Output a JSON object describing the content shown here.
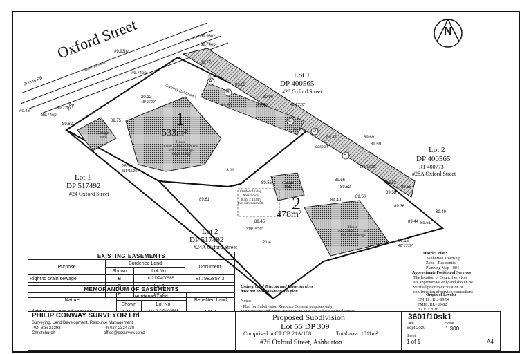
{
  "street": {
    "name": "Oxford Street"
  },
  "north_arrow": {
    "label": "N"
  },
  "road_labels": {
    "width": "20m to PB",
    "kerb": "#0.46",
    "water": "water subsoils",
    "telecom": "ext. telecom",
    "lvl_a": "#9.93hz",
    "lvl_b": "#9.74ep",
    "lvl_c": "89.74ep",
    "lvl_d": "89.72fp",
    "lvl_e": "89.93hz",
    "lvl_f": "89.74ep"
  },
  "lot1_existing": {
    "title": "Lot 1",
    "dp": "DP 400565",
    "address": "#28 Oxford Street"
  },
  "lot2_existing": {
    "title": "Lot 2",
    "dp": "DP 400565",
    "rt": "RT 400773",
    "address": "#28A Oxford Street"
  },
  "lot1_west": {
    "title": "Lot 1",
    "dp": "DP 517492",
    "address": "#24 Oxford Street"
  },
  "lot2_south": {
    "title": "Lot 2",
    "dp": "DP 517492",
    "address": "#24A Oxford Street"
  },
  "new_lot1": {
    "number": "1",
    "area": "533m²",
    "garage": "Garage\n36m²",
    "house": "House\n133m² + 26m² = 159.8m²\n30% site coverage\n(single storey)"
  },
  "new_lot2": {
    "number": "2",
    "area": "478m²",
    "garage": "Garage\n36m²",
    "outdoor": "Outdoor Living\nArea 125m²\n8.1m x 13.8m\nmin dimension 5m",
    "house": "House\n36m² + 86m² = 122m²\n26% site coverage"
  },
  "dimensions": {
    "d1": "20.12",
    "d2": "26.50",
    "d3": "30.90",
    "d4": "10.14",
    "d5": "18.11",
    "d6": "21.41",
    "d7": "31.16",
    "b1": "48°15'20\"",
    "b2": "318°15'20\"",
    "b3": "48°15'20\"",
    "b4": "318°15'20\"",
    "b5": "138°15'20\"",
    "b6": "48°15'20\""
  },
  "levels": {
    "l1": "89.77",
    "l2": "89.82",
    "l3": "89.75",
    "l4": "89.65",
    "l5": "89.60",
    "l6": "89.59",
    "l7": "89.53",
    "l8": "89.47",
    "l9": "89.56",
    "l10": "89.52",
    "l11": "89.50",
    "l12": "89.53",
    "l13": "89.49",
    "l14": "89.61",
    "l15": "89.45",
    "l16": "89.56",
    "l17": "89.44",
    "l18": "89.51",
    "l19": "89.36",
    "l20": "89.49",
    "l21": "89.59",
    "l22": "89.69",
    "l23": "89.38",
    "l24": "89.58"
  },
  "row_letters": {
    "a": "A",
    "b": "B",
    "c": "C",
    "d": "D",
    "e": "E"
  },
  "misc_labels": {
    "carport": "carport",
    "driveway": "driveway (1/1 Bosley)",
    "pp": "Pp"
  },
  "existing_easements": {
    "title": "EXISTING EASEMENTS",
    "headers": [
      "Purpose",
      "Burdened Land",
      "Document"
    ],
    "subheaders": [
      "Shown",
      "Lot No."
    ],
    "rows": [
      {
        "purpose": "Right to drain sewage",
        "shown": "B",
        "lot": "Lot 2 DP400565",
        "doc": "EI 7982857.3"
      },
      {
        "purpose": "",
        "shown": "D",
        "lot": "Lot 1",
        "doc": ""
      },
      {
        "purpose": "",
        "shown": "E",
        "lot": "Lot 2",
        "doc": ""
      }
    ]
  },
  "memorandum": {
    "title": "MEMORANDUM OF EASEMENTS",
    "headers": [
      "Nature",
      "Burdened Land",
      "Benefited Land"
    ],
    "subheaders": [
      "Shown",
      "Lot No."
    ],
    "rows": [
      {
        "nature": "Right of Way and all services",
        "shown": "A, B, C",
        "lot": "Lot 2 DP400565",
        "benefited": "Lot 2"
      }
    ]
  },
  "notes": {
    "telecom": "Underground Telecom and Power services\nhave not been shown on this plan",
    "title": "Notes:",
    "n1": "• Plan for Subdivision Resource Consent purposes only.",
    "n2": "• Dimensions and Areas approximate only and subject to final survey."
  },
  "district_plan": {
    "title": "District Plan:",
    "lines": "Ashburton Township\nZone - Residential\nPlanning Map - 004"
  },
  "services": {
    "title": "Approximate Position of Services",
    "lines": "The location of Council services\nare approximate only and should be\nverified prior to excavation or\nconfirmation of service connections"
  },
  "levels_origin": {
    "title": "Origin of Levels:",
    "lines": "CMH1 : RL=89.94\nFMH : RL=89.82\nNZVD 2016\n(Source: LINZ 23/09/20)"
  },
  "surveyor": {
    "name": "PHILIP CONWAY SURVEYOR Ltd",
    "services": "Surveying, Land Development, Resource Management",
    "po": "P.O. Box 21393",
    "city": "Christchurch",
    "ph": "Ph  027 2324730",
    "email": "office@pcsurvey.co.nz"
  },
  "title_block": {
    "title": "Proposed Subdivision",
    "lot": "Lot 55 DP 309",
    "ct": "Comprised in CT CB 21A/108",
    "total": "Total area: 1011m²",
    "address": "#26 Oxford Street, Ashburton"
  },
  "sheet": {
    "job": "3601/10sk1",
    "scale": "1:300",
    "date": "Sept 2020",
    "sheet_no": "1 of 1",
    "size": "A4",
    "date_label": "Date",
    "sheet_label": "Sheet",
    "scale_label": "Scale"
  }
}
